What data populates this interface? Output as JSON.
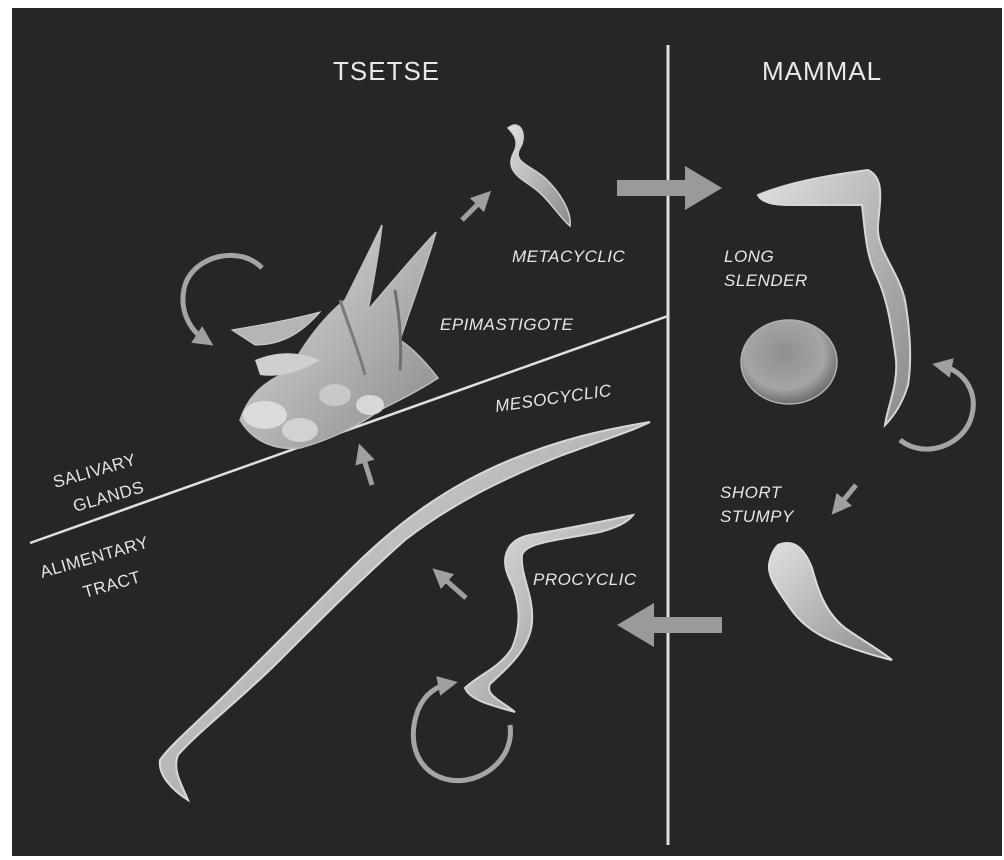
{
  "headers": {
    "left": "TSETSE",
    "right": "MAMMAL"
  },
  "stages": {
    "metacyclic": "METACYCLIC",
    "epimastigote": "EPIMASTIGOTE",
    "mesocyclic": "MESOCYCLIC",
    "procyclic": "PROCYCLIC",
    "long_slender_1": "LONG",
    "long_slender_2": "SLENDER",
    "short_stumpy_1": "SHORT",
    "short_stumpy_2": "STUMPY"
  },
  "regions": {
    "salivary_1": "SALIVARY",
    "salivary_2": "GLANDS",
    "alimentary_1": "ALIMENTARY",
    "alimentary_2": "TRACT"
  },
  "colors": {
    "background": "#262626",
    "border": "#ffffff",
    "arrow": "#9a9a9a",
    "divider": "#e0e0e0",
    "cell_light": "#d6d6d6",
    "cell_mid": "#8c8c8c",
    "blood_cell": "#9a9a9a"
  }
}
